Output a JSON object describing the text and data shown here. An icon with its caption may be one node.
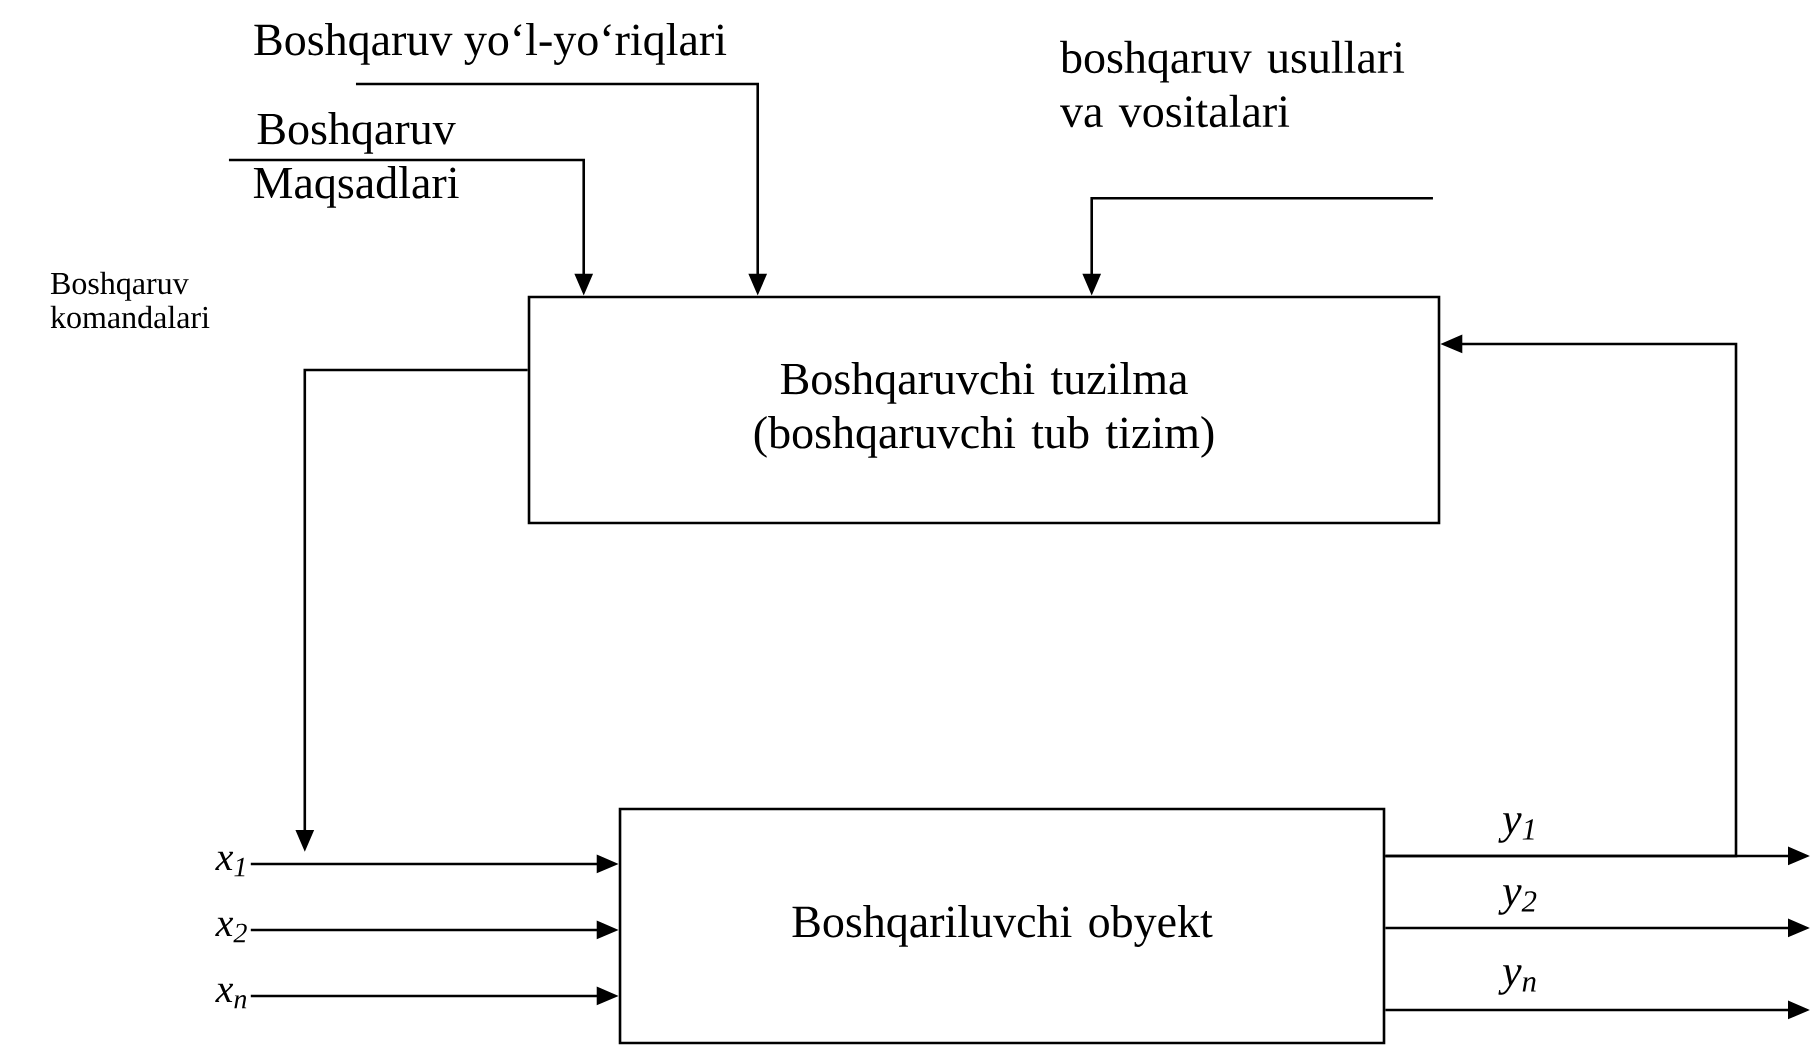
{
  "diagram": {
    "nodes": [
      {
        "text": [
          "Boshqaruv yo‘l-yo‘riqlari"
        ]
      },
      {
        "text": [
          "Boshqaruv Maqsadlari"
        ]
      },
      {
        "text": [
          "boshqaruv usullari va vositalari"
        ]
      },
      {
        "text": [
          "Boshqaruvchi tuzilma (boshqaruvchi tub tizim)"
        ]
      },
      {
        "text": [
          "Boshqariluvchi obyekt"
        ]
      },
      {
        "text": [
          "x$_{1}$"
        ]
      },
      {
        "text": [
          "x$_{2}$"
        ]
      },
      {
        "text": [
          "x$_{n}$"
        ]
      }
    ],
    "edges": [
      {
        "from": 0,
        "to": 3,
        "arrow": "to"
      },
      {
        "from": 1,
        "to": 3,
        "arrow": "to"
      },
      {
        "from": 2,
        "to": 3,
        "arrow": "to"
      },
      {
        "from": 3,
        "to": 5,
        "arrow": "to",
        "label": "Boshqaruv komandalari"
      },
      {
        "from": 5,
        "to": 4,
        "arrow": "to"
      },
      {
        "from": 6,
        "to": 4,
        "arrow": "to"
      },
      {
        "from": 7,
        "to": 4,
        "arrow": "to"
      },
      {
        "from": 4,
        "to": null,
        "arrow": "to",
        "label": "y$_{1}$"
      },
      {
        "from": 4,
        "to": null,
        "arrow": "to",
        "label": "y$_{2}$"
      },
      {
        "from": 4,
        "to": null,
        "arrow": "to",
        "label": "y$_{n}$"
      },
      {
        "from": 4,
        "to": 3,
        "arrow": "to"
      }
    ]
  }
}
